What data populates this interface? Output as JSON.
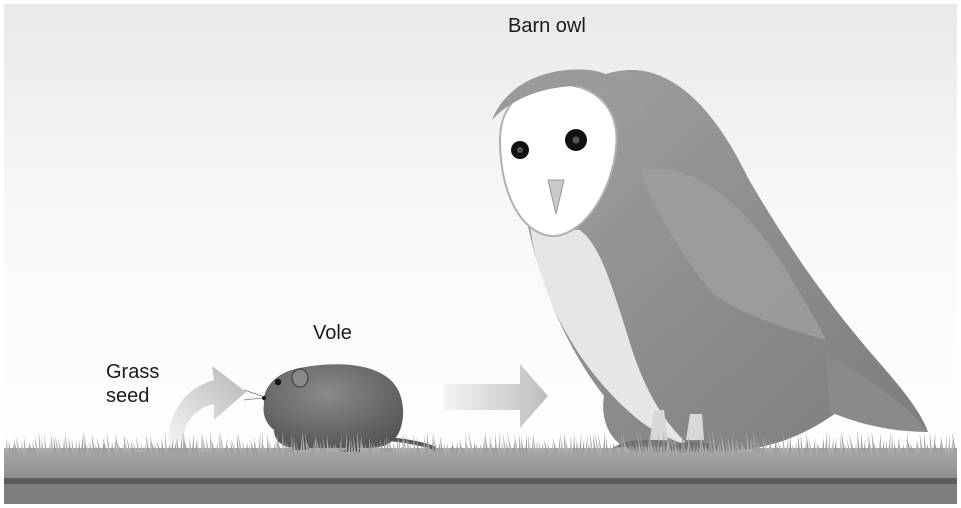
{
  "labels": {
    "grass_seed_line1": "Grass",
    "grass_seed_line2": "seed",
    "vole": "Vole",
    "barn_owl": "Barn owl"
  },
  "colors": {
    "sky_top": "#ededed",
    "sky_bottom": "#ffffff",
    "ground": "#8a8a8a",
    "ground_dark": "#5a5a5a",
    "grass": "#9a9a9a",
    "owl_body": "#8d8d8d",
    "owl_face": "#ffffff",
    "vole_body": "#6f6f6f",
    "arrow": "#c8c8c8"
  },
  "icons": [
    "grass-seed-arrow-icon",
    "vole-icon",
    "flow-arrow-icon",
    "barn-owl-icon"
  ]
}
